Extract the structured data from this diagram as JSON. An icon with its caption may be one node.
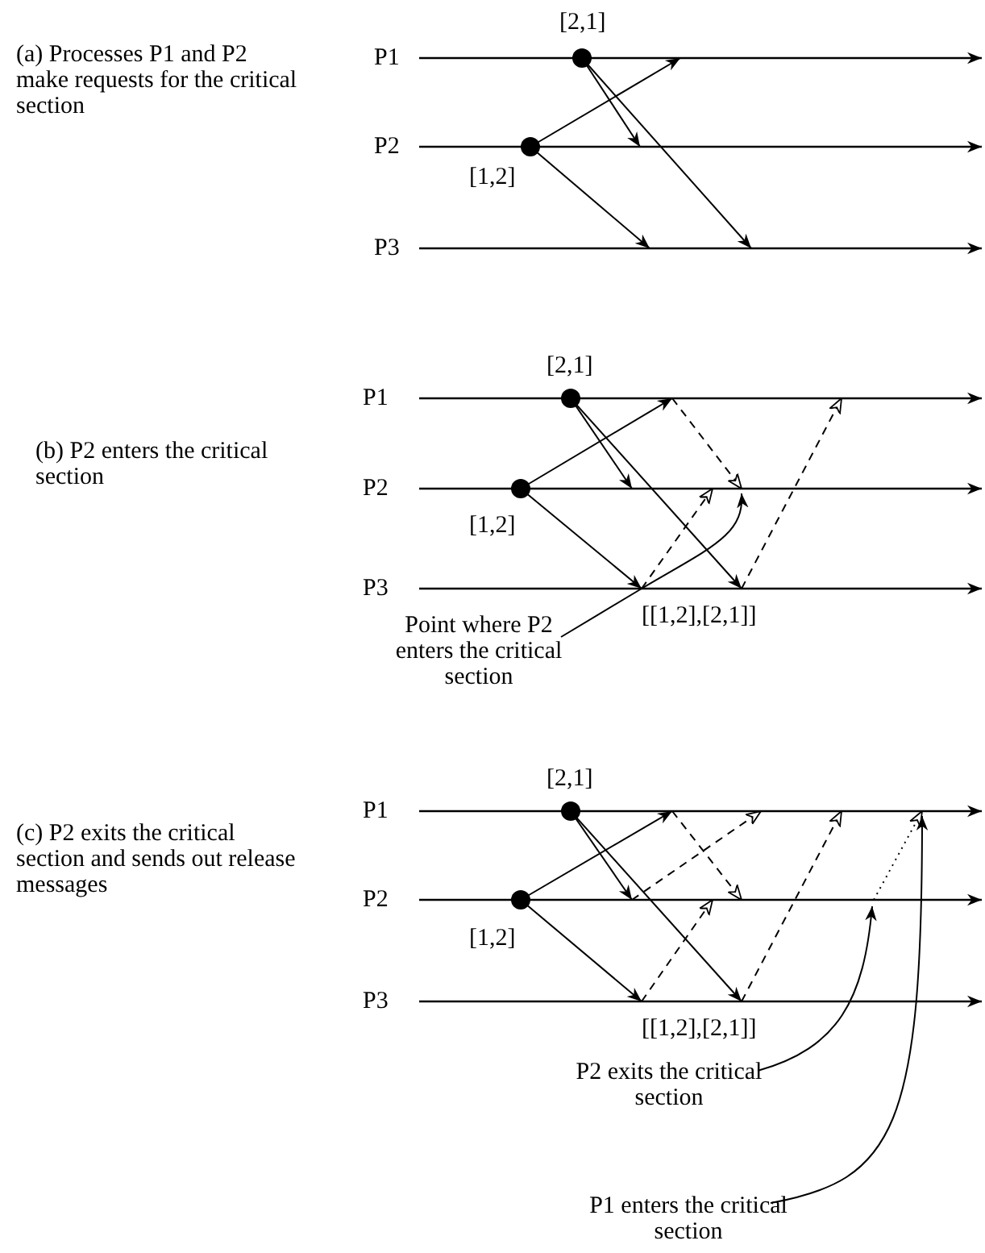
{
  "diagram": {
    "nodes": [
      {
        "text": [
          "Point where P2 enters the critical section"
        ]
      },
      {
        "text": [
          "P2 exits the critical section"
        ]
      },
      {
        "text": [
          "P1 enters the critical section"
        ]
      }
    ],
    "edges": [
      {
        "from": 0,
        "to": null,
        "arrow": "to"
      },
      {
        "from": 1,
        "to": null,
        "arrow": "to"
      },
      {
        "from": 2,
        "to": null,
        "arrow": "to"
      }
    ],
    "labels": [
      "(a) Processes P1 and P2 make requests for the critical section",
      "[2,1]",
      "P1",
      "P2",
      "[1,2]",
      "P3",
      "(b) P2 enters the critical section",
      "[2,1]",
      "P1",
      "P2",
      "[1,2]",
      "P3",
      "[[1,2],[2,1]]",
      "(c) P2 exits the critical section and sends out release messages",
      "[2,1]",
      "P1",
      "P2",
      "[1,2]",
      "P3",
      "[[1,2],[2,1]]"
    ]
  }
}
